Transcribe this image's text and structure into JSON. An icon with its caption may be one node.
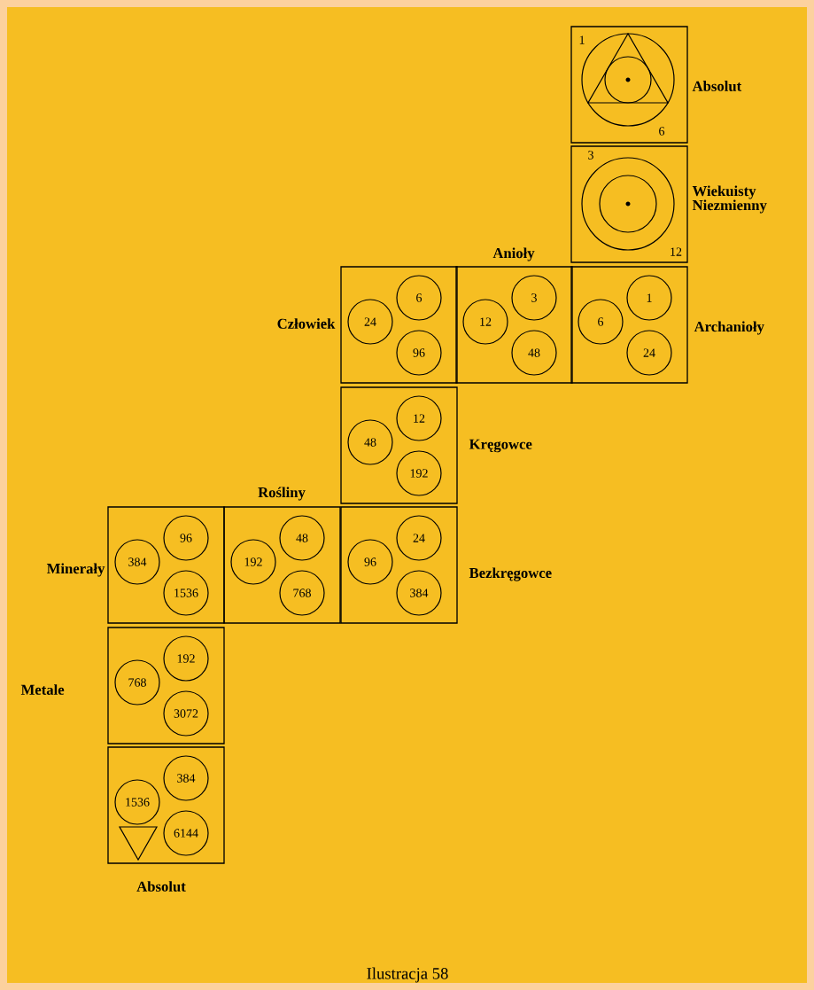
{
  "diagram": {
    "caption": "Ilustracja 58",
    "nodes": [
      {
        "text": [
          "1",
          "6"
        ],
        "beside": [
          "Absolut"
        ]
      },
      {
        "text": [
          "3",
          "12"
        ],
        "beside": [
          "Wiekuisty Niezmienny"
        ]
      },
      {
        "text": [],
        "shape": "box",
        "beside": [
          "Człowiek"
        ]
      },
      {
        "text": [
          "24"
        ],
        "in": 2
      },
      {
        "text": [
          "6"
        ],
        "in": 2
      },
      {
        "text": [
          "96"
        ],
        "in": 2
      },
      {
        "text": [],
        "shape": "box",
        "beside": [
          "Anioły"
        ]
      },
      {
        "text": [
          "12"
        ],
        "in": 6
      },
      {
        "text": [
          "3"
        ],
        "in": 6
      },
      {
        "text": [
          "48"
        ],
        "in": 6
      },
      {
        "text": [],
        "shape": "box",
        "beside": [
          "Archanioły"
        ]
      },
      {
        "text": [
          "6"
        ],
        "in": 10
      },
      {
        "text": [
          "1"
        ],
        "in": 10
      },
      {
        "text": [
          "24"
        ],
        "in": 10
      },
      {
        "text": [],
        "shape": "box",
        "beside": [
          "Kręgowce"
        ]
      },
      {
        "text": [
          "48"
        ],
        "in": 14
      },
      {
        "text": [
          "12"
        ],
        "in": 14
      },
      {
        "text": [
          "192"
        ],
        "in": 14
      },
      {
        "text": [],
        "shape": "box",
        "beside": [
          "Minerały"
        ]
      },
      {
        "text": [
          "384"
        ],
        "in": 18
      },
      {
        "text": [
          "96"
        ],
        "in": 18
      },
      {
        "text": [
          "1536"
        ],
        "in": 18
      },
      {
        "text": [],
        "shape": "box",
        "beside": [
          "Rośliny"
        ]
      },
      {
        "text": [
          "192"
        ],
        "in": 22
      },
      {
        "text": [
          "48"
        ],
        "in": 22
      },
      {
        "text": [
          "768"
        ],
        "in": 22
      },
      {
        "text": [],
        "shape": "box",
        "beside": [
          "Bezkręgowce"
        ]
      },
      {
        "text": [
          "96"
        ],
        "in": 26
      },
      {
        "text": [
          "24"
        ],
        "in": 26
      },
      {
        "text": [
          "384"
        ],
        "in": 26
      },
      {
        "text": [],
        "shape": "box",
        "beside": [
          "Metale"
        ]
      },
      {
        "text": [
          "768"
        ],
        "in": 30
      },
      {
        "text": [
          "192"
        ],
        "in": 30
      },
      {
        "text": [
          "3072"
        ],
        "in": 30
      },
      {
        "text": [],
        "shape": "box",
        "beside": [
          "Absolut"
        ]
      },
      {
        "text": [
          "1536"
        ],
        "in": 34
      },
      {
        "text": [
          "384"
        ],
        "in": 34
      },
      {
        "text": [
          "6144"
        ],
        "in": 34
      }
    ]
  }
}
